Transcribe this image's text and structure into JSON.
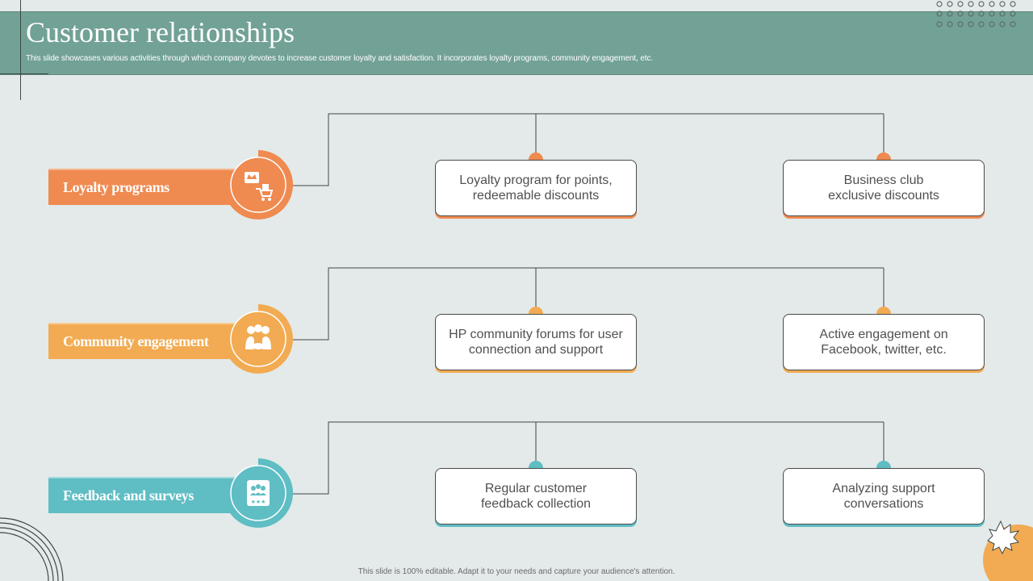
{
  "header": {
    "title": "Customer relationships",
    "subtitle": "This slide showcases various activities through which company devotes to increase customer loyalty and satisfaction. It incorporates loyalty programs, community engagement, etc."
  },
  "colors": {
    "header": "#72a196",
    "orange": "#ef8a50",
    "yellow": "#f2ab52",
    "teal": "#5fbdc4",
    "background": "#e3eae9"
  },
  "rows": [
    {
      "label": "Loyalty programs",
      "icon": "loyalty-shopping-icon",
      "items": [
        "Loyalty program for points,\nredeemable discounts",
        "Business club\nexclusive discounts"
      ]
    },
    {
      "label": "Community engagement",
      "icon": "community-group-icon",
      "items": [
        "HP community forums for user\nconnection and support",
        "Active engagement on\nFacebook, twitter, etc."
      ]
    },
    {
      "label": "Feedback and surveys",
      "icon": "feedback-rating-icon",
      "items": [
        "Regular customer\nfeedback collection",
        "Analyzing support\nconversations"
      ]
    }
  ],
  "footer": "This slide is 100% editable. Adapt it to your needs and capture your audience's attention."
}
